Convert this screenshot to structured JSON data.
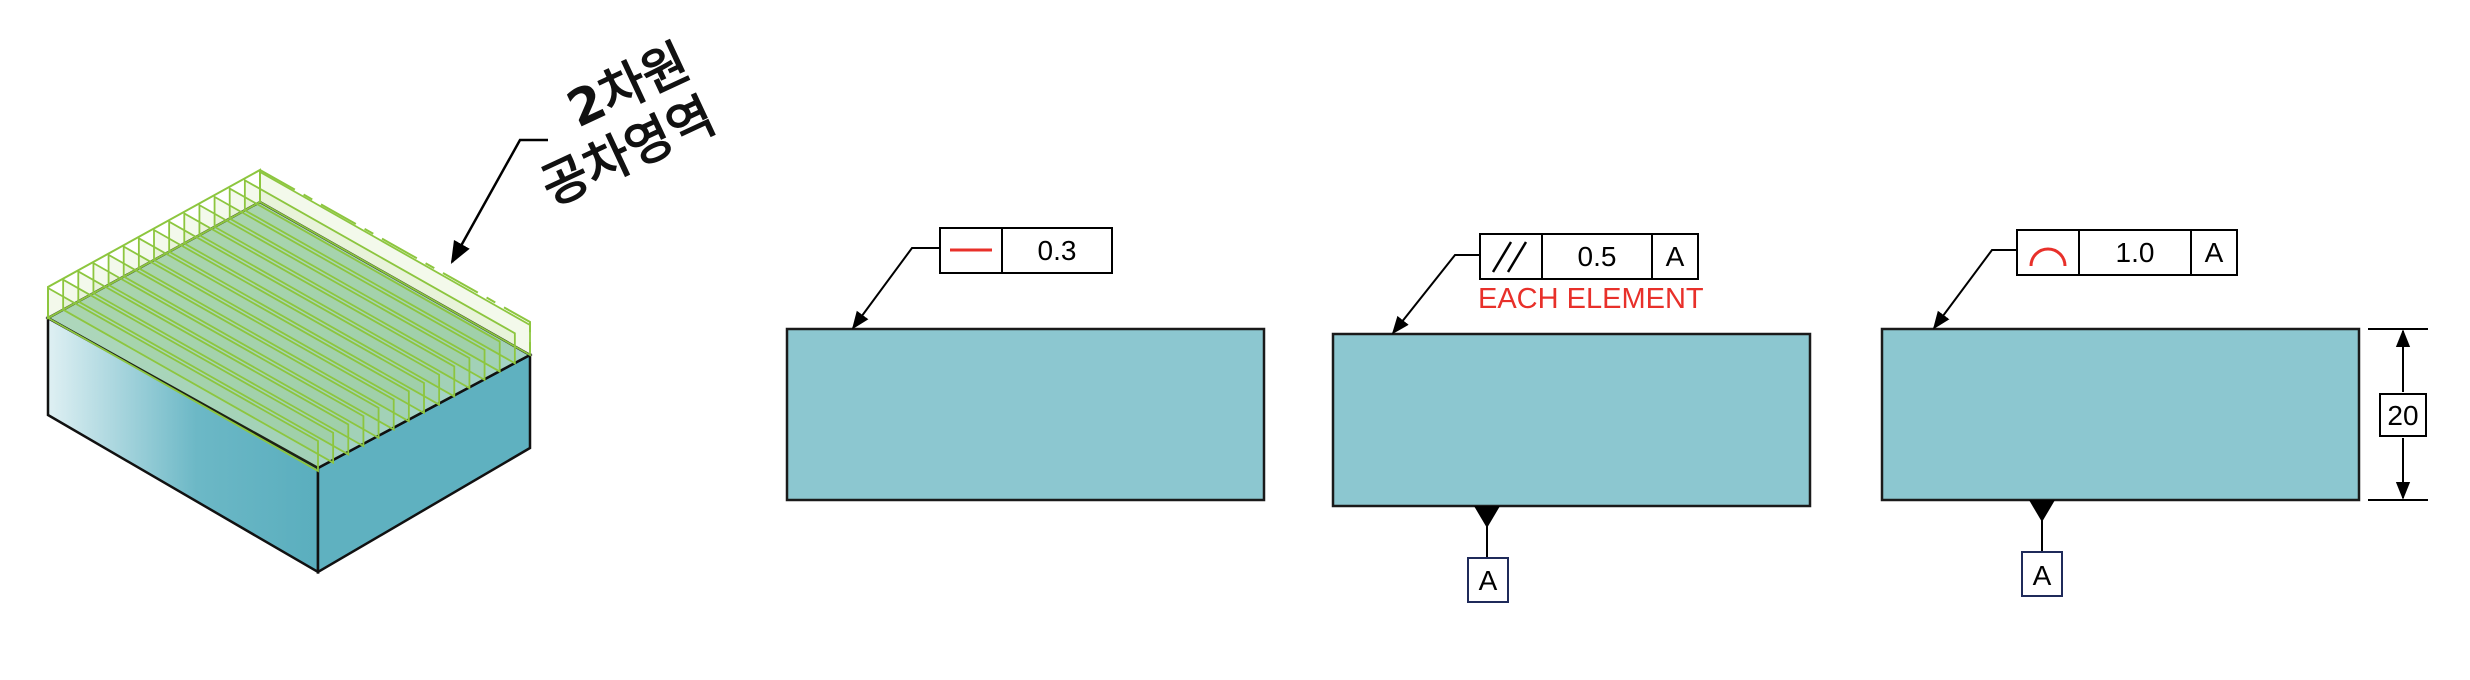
{
  "iso_view": {
    "callout_lines": [
      "2차원",
      "공차영역"
    ]
  },
  "views": [
    {
      "id": "straightness",
      "symbol_icon": "straightness-icon",
      "tolerance": "0.3",
      "datum_ref": "",
      "note": "",
      "datum_feature": ""
    },
    {
      "id": "parallelism",
      "symbol_icon": "parallelism-icon",
      "tolerance": "0.5",
      "datum_ref": "A",
      "note": "EACH ELEMENT",
      "datum_feature": "A"
    },
    {
      "id": "profile-of-line",
      "symbol_icon": "profile-of-a-line-icon",
      "tolerance": "1.0",
      "datum_ref": "A",
      "note": "",
      "datum_feature": "A",
      "dimension": "20"
    }
  ],
  "colors": {
    "block_fill": "#8cc7d0",
    "block_stroke": "#1a1a1a",
    "symbol_red": "#e8302a",
    "note_red": "#e8302a",
    "zone_green": "#8dc63f",
    "frame_navy": "#1f2a5a"
  }
}
